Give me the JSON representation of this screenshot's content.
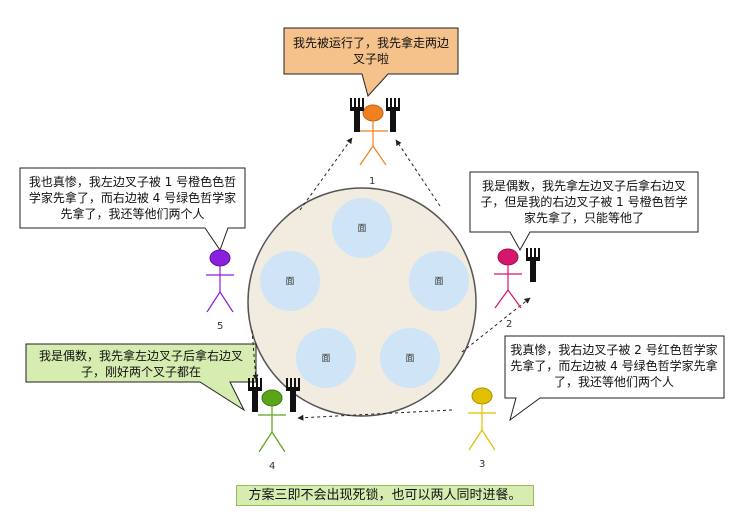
{
  "philosophers": [
    {
      "number": "1",
      "color": "#f08020"
    },
    {
      "number": "2",
      "color": "#d6156c"
    },
    {
      "number": "3",
      "color": "#e0c000"
    },
    {
      "number": "4",
      "color": "#5aa51a"
    },
    {
      "number": "5",
      "color": "#8a1fe0"
    }
  ],
  "plates": [
    "面",
    "面",
    "面",
    "面",
    "面"
  ],
  "bubbles": {
    "p1": "我先被运行了，我先拿走两边叉子啦",
    "p5": "我也真惨，我左边叉子被 1 号橙色色哲学家先拿了，而右边被 4 号绿色哲学家先拿了，我还等他们两个人",
    "p2": "我是偶数，我先拿左边叉子后拿右边叉子，但是我的右边叉子被 1 号橙色哲学家先拿了，只能等他了",
    "p4": "我是偶数，我先拿左边叉子后拿右边叉子，刚好两个叉子都在",
    "p3": "我真惨，我右边叉子被 2 号红色哲学家先拿了，而左边被 4 号绿色哲学家先拿了，我还等他们两个人"
  },
  "caption": "方案三即不会出现死锁，也可以两人同时进餐。",
  "colors": {
    "table_fill": "#f2ece0",
    "plate_fill": "#cfe4f7",
    "bubble_orange": "#f5c28b",
    "bubble_green": "#d7ecb1"
  },
  "icons": [
    "fork-icon",
    "stick-figure-icon"
  ]
}
